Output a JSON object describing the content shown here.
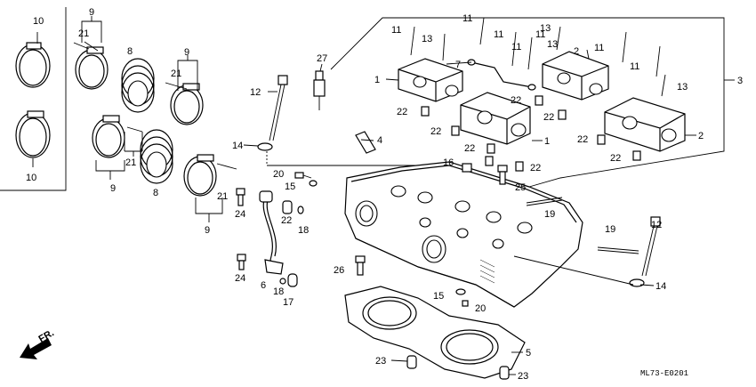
{
  "callouts": [
    "1",
    "2",
    "3",
    "4",
    "5",
    "6",
    "7",
    "8",
    "9",
    "10",
    "11",
    "12",
    "13",
    "14",
    "15",
    "16",
    "17",
    "18",
    "19",
    "20",
    "21",
    "22",
    "23",
    "24",
    "25",
    "26",
    "27"
  ],
  "front_marker": "FR.",
  "drawing_code": "ML73-E0201"
}
